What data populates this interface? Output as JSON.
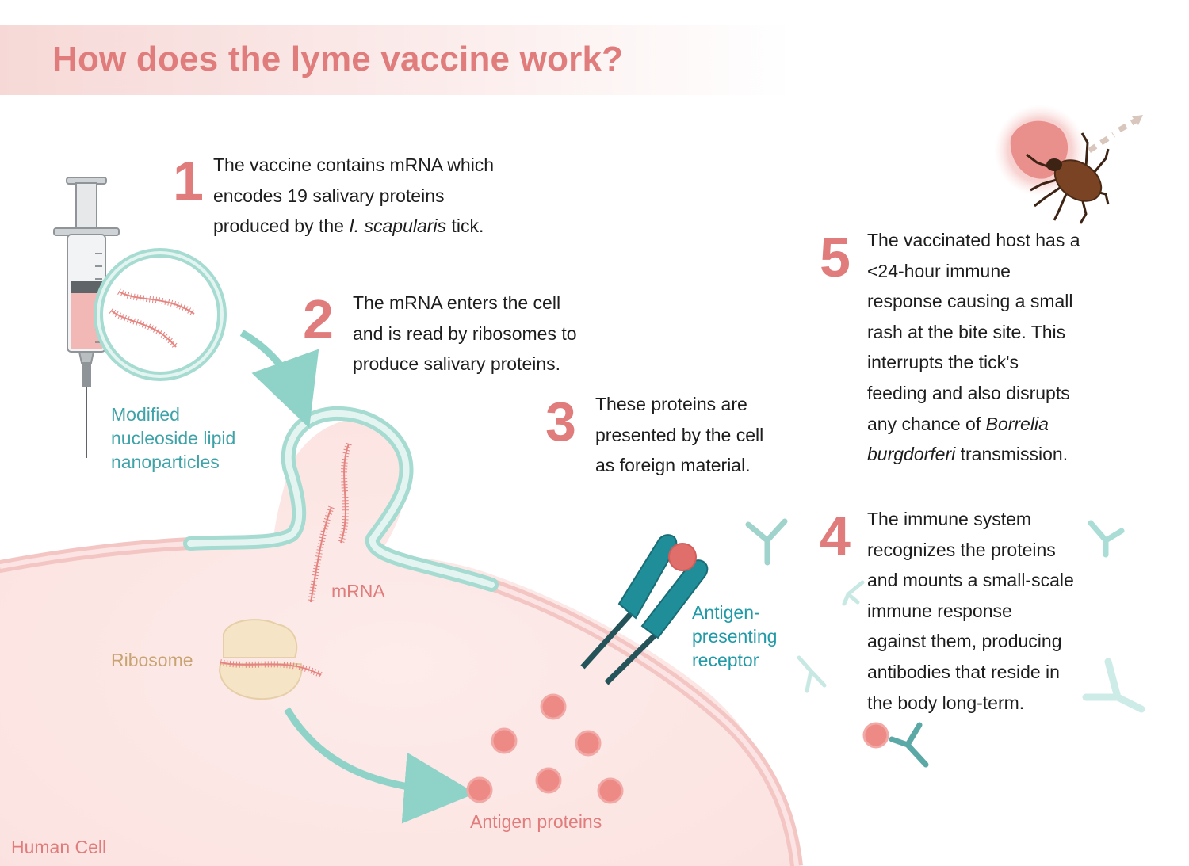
{
  "title": "How does the lyme vaccine work?",
  "steps": [
    {
      "number": "1",
      "line1": "The vaccine contains mRNA which",
      "line2": "encodes 19 salivary proteins",
      "line3_pre": "produced by the ",
      "line3_italic": "I. scapularis",
      "line3_post": " tick."
    },
    {
      "number": "2",
      "line1": "The mRNA enters the cell",
      "line2": "and is read by ribosomes to",
      "line3": "produce salivary proteins."
    },
    {
      "number": "3",
      "line1": "These proteins are",
      "line2": "presented by the cell",
      "line3": "as foreign material."
    },
    {
      "number": "4",
      "line1": "The immune system",
      "line2": "recognizes the proteins",
      "line3": "and mounts a small-scale",
      "line4": "immune response",
      "line5": "against them, producing",
      "line6": "antibodies that reside in",
      "line7": "the body long-term."
    },
    {
      "number": "5",
      "line1": "The vaccinated host has a",
      "line2": "<24-hour immune",
      "line3": "response causing a small",
      "line4": "rash at the bite site. This",
      "line5": "interrupts the tick's",
      "line6": "feeding and also disrupts",
      "line7_pre": "any chance of ",
      "line7_italic": "Borrelia",
      "line8_italic": "burgdorferi",
      "line8_post": " transmission."
    }
  ],
  "labels": {
    "nanoparticles_1": "Modified",
    "nanoparticles_2": "nucleoside lipid",
    "nanoparticles_3": "nanoparticles",
    "mrna": "mRNA",
    "ribosome": "Ribosome",
    "receptor_1": "Antigen-",
    "receptor_2": "presenting",
    "receptor_3": "receptor",
    "antigen_proteins": "Antigen proteins",
    "human_cell": "Human Cell"
  },
  "colors": {
    "accent_pink": "#e07c7b",
    "teal_label": "#3ea3a8",
    "receptor_teal": "#1f8e99",
    "tick_brown": "#6b3a1f",
    "ribosome_tan": "#c8a472"
  },
  "icons": [
    "syringe-icon",
    "nanoparticle-icon",
    "mrna-strand-icon",
    "ribosome-icon",
    "antigen-protein-icon",
    "receptor-icon",
    "antibody-icon",
    "tick-icon"
  ]
}
